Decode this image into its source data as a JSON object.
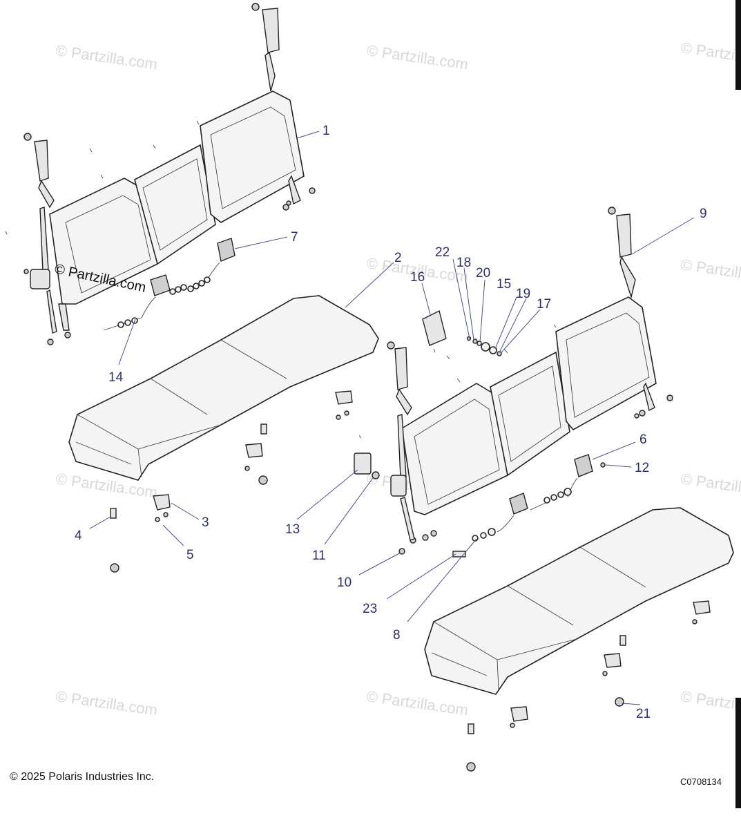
{
  "watermark": {
    "text": "© Partzilla.com",
    "overlay_text": "© Partzilla.com"
  },
  "callouts": {
    "c1": "1",
    "c2": "2",
    "c3": "3",
    "c4": "4",
    "c5": "5",
    "c6": "6",
    "c7": "7",
    "c8": "8",
    "c9": "9",
    "c10": "10",
    "c11": "11",
    "c12": "12",
    "c13": "13",
    "c14": "14",
    "c15": "15",
    "c16": "16",
    "c17": "17",
    "c18": "18",
    "c19": "19",
    "c20": "20",
    "c21": "21",
    "c22": "22",
    "c23": "23"
  },
  "footer": {
    "copyright": "© 2025 Polaris Industries Inc.",
    "diagram_code": "C0708134"
  }
}
